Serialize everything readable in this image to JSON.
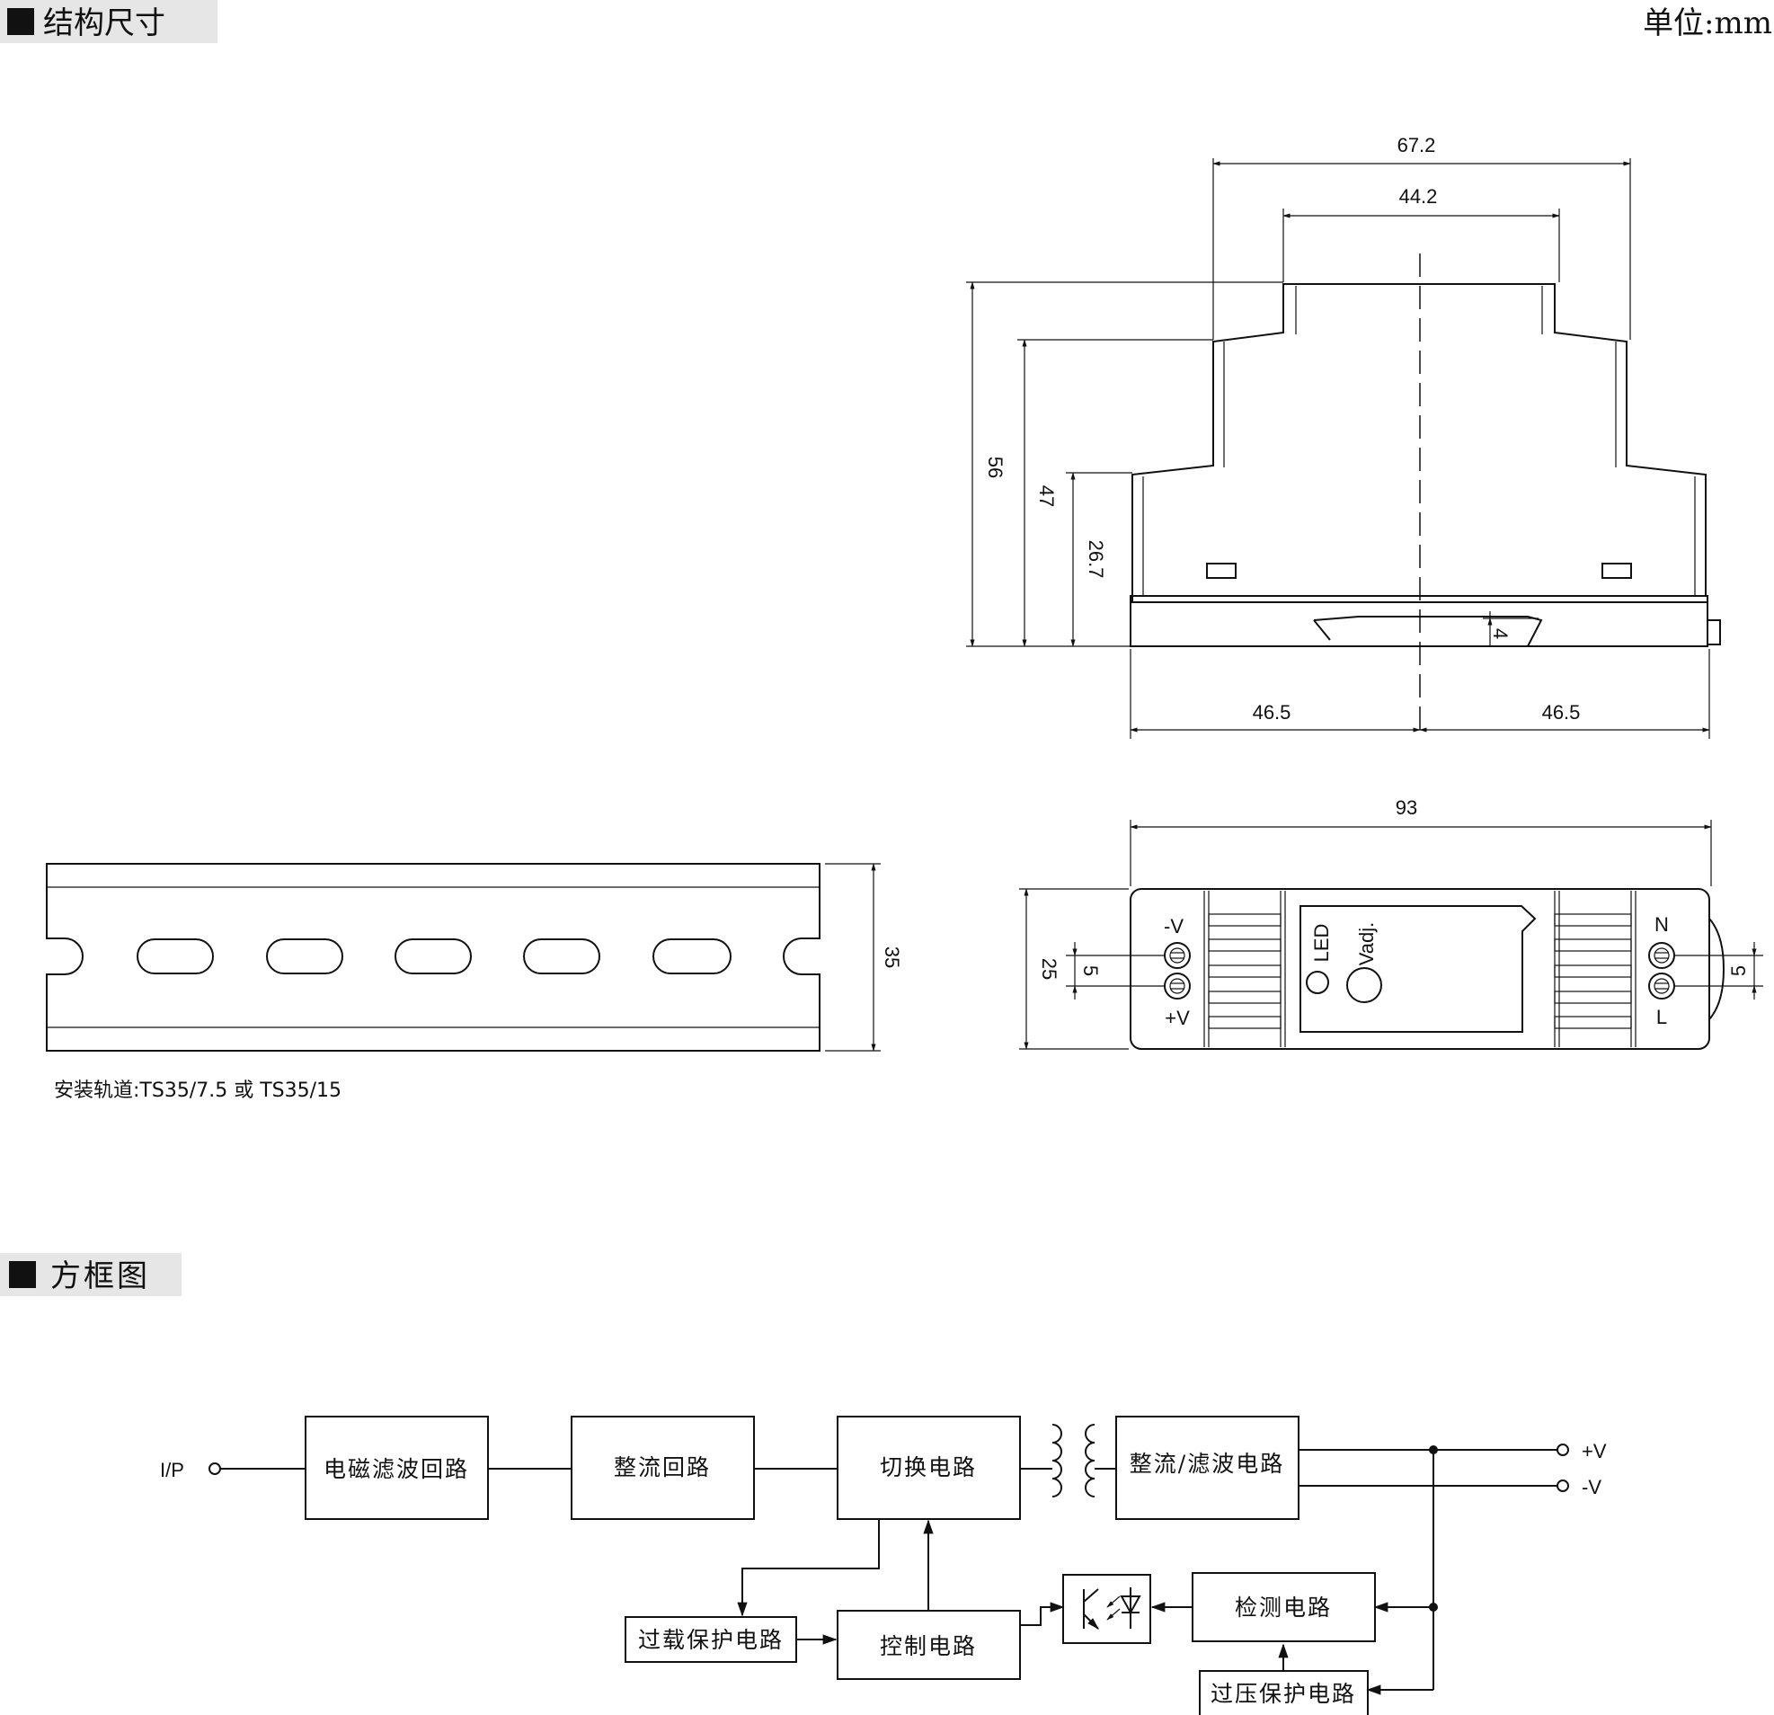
{
  "section_dimensions": {
    "title": "结构尺寸",
    "unit": "单位:mm"
  },
  "front_view": {
    "dims": {
      "width_total": "67.2",
      "width_top": "44.2",
      "height_56": "56",
      "height_47": "47",
      "height_26_7": "26.7",
      "rail_offset": "4",
      "half_left": "46.5",
      "half_right": "46.5"
    }
  },
  "top_view": {
    "dims": {
      "length": "93",
      "depth": "25",
      "pitch_left": "5",
      "pitch_right": "5"
    },
    "labels": {
      "neg_v": "-V",
      "pos_v": "+V",
      "led": "LED",
      "vadj": "Vadj.",
      "n": "N",
      "l": "L"
    }
  },
  "din_rail": {
    "dim_height": "35",
    "caption": "安装轨道:TS35/7.5 或 TS35/15"
  },
  "section_block": {
    "title": "方框图"
  },
  "block_diagram": {
    "input_label": "I/P",
    "blocks": {
      "emi_filter": "电磁滤波回路",
      "rectifier": "整流回路",
      "switching": "切换电路",
      "rect_filter": "整流/滤波电路",
      "overload": "过载保护电路",
      "control": "控制电路",
      "detection": "检测电路",
      "overvoltage": "过压保护电路"
    },
    "outputs": {
      "pos": "+V",
      "neg": "-V"
    }
  }
}
